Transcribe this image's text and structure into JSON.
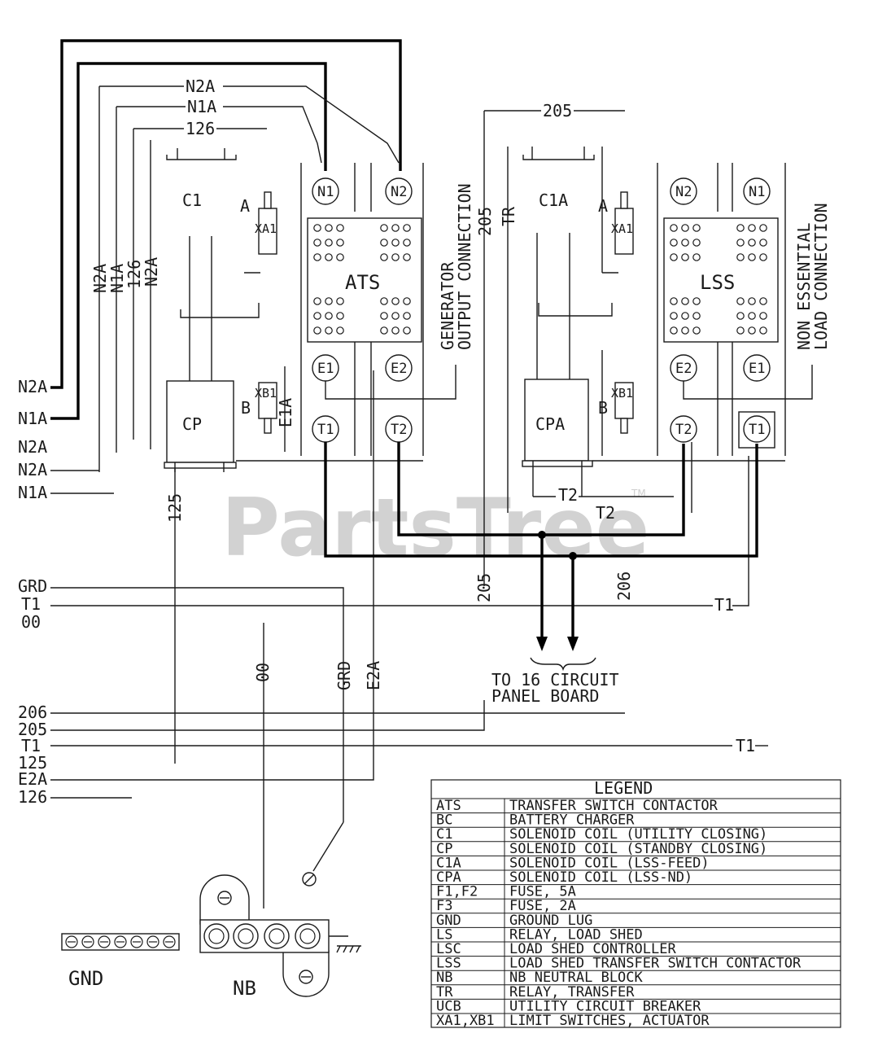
{
  "watermark": {
    "brand": "PartsTree",
    "tm": "TM"
  },
  "left_labels": [
    "N2A",
    "N1A",
    "N2A",
    "N2A",
    "N1A",
    "GRD",
    "T1",
    "00",
    "206",
    "205",
    "T1",
    "125",
    "E2A",
    "126"
  ],
  "top_labels": {
    "n2a": "N2A",
    "n1a": "N1A",
    "w126": "126",
    "w205": "205"
  },
  "vertical_labels": [
    "N2A",
    "N1A",
    "126",
    "N2A",
    "205",
    "TR",
    "E1A",
    "125",
    "00",
    "GRD",
    "E2A",
    "205",
    "206"
  ],
  "ats": {
    "name": "ATS",
    "terminals": [
      "N1",
      "N2",
      "E1",
      "E2",
      "T1",
      "T2"
    ],
    "coils": [
      "C1",
      "CP"
    ],
    "switch": "XA1",
    "switch_b": "XB1",
    "tag_a": "A",
    "tag_b": "B"
  },
  "lss": {
    "name": "LSS",
    "terminals": [
      "N2",
      "N1",
      "E2",
      "E1",
      "T2",
      "T1"
    ],
    "coils": [
      "C1A",
      "CPA"
    ],
    "switch": "XA1",
    "switch_b": "XB1",
    "tag_a": "A",
    "tag_b": "B"
  },
  "notes": {
    "generator_output": [
      "GENERATOR",
      "OUTPUT CONNECTION"
    ],
    "non_essential": [
      "NON ESSENTIAL",
      "LOAD CONNECTION"
    ],
    "circuit_panel": [
      "TO 16 CIRCUIT",
      "PANEL BOARD"
    ],
    "t2_label": "T2",
    "t2_label_b": "T2",
    "t1_label_right": "T1",
    "t1_label_right2": "T1"
  },
  "ground": {
    "gnd": "GND",
    "nb": "NB"
  },
  "legend": {
    "title": "LEGEND",
    "rows": [
      {
        "code": "ATS",
        "desc": "TRANSFER SWITCH CONTACTOR"
      },
      {
        "code": "BC",
        "desc": "BATTERY CHARGER"
      },
      {
        "code": "C1",
        "desc": "SOLENOID COIL (UTILITY CLOSING)"
      },
      {
        "code": "CP",
        "desc": "SOLENOID COIL (STANDBY CLOSING)"
      },
      {
        "code": "C1A",
        "desc": "SOLENOID COIL (LSS-FEED)"
      },
      {
        "code": "CPA",
        "desc": "SOLENOID COIL (LSS-ND)"
      },
      {
        "code": "F1,F2",
        "desc": "FUSE, 5A"
      },
      {
        "code": "F3",
        "desc": "FUSE, 2A"
      },
      {
        "code": "GND",
        "desc": "GROUND LUG"
      },
      {
        "code": "LS",
        "desc": "RELAY, LOAD SHED"
      },
      {
        "code": "LSC",
        "desc": "LOAD SHED CONTROLLER"
      },
      {
        "code": "LSS",
        "desc": "LOAD SHED TRANSFER SWITCH CONTACTOR"
      },
      {
        "code": "NB",
        "desc": "NB   NEUTRAL BLOCK"
      },
      {
        "code": "TR",
        "desc": "RELAY, TRANSFER"
      },
      {
        "code": "UCB",
        "desc": "UTILITY CIRCUIT BREAKER"
      },
      {
        "code": "XA1,XB1",
        "desc": "LIMIT SWITCHES, ACTUATOR"
      }
    ]
  },
  "colors": {
    "ink": "#1a1a1a",
    "watermark": "#d2d2d2"
  }
}
